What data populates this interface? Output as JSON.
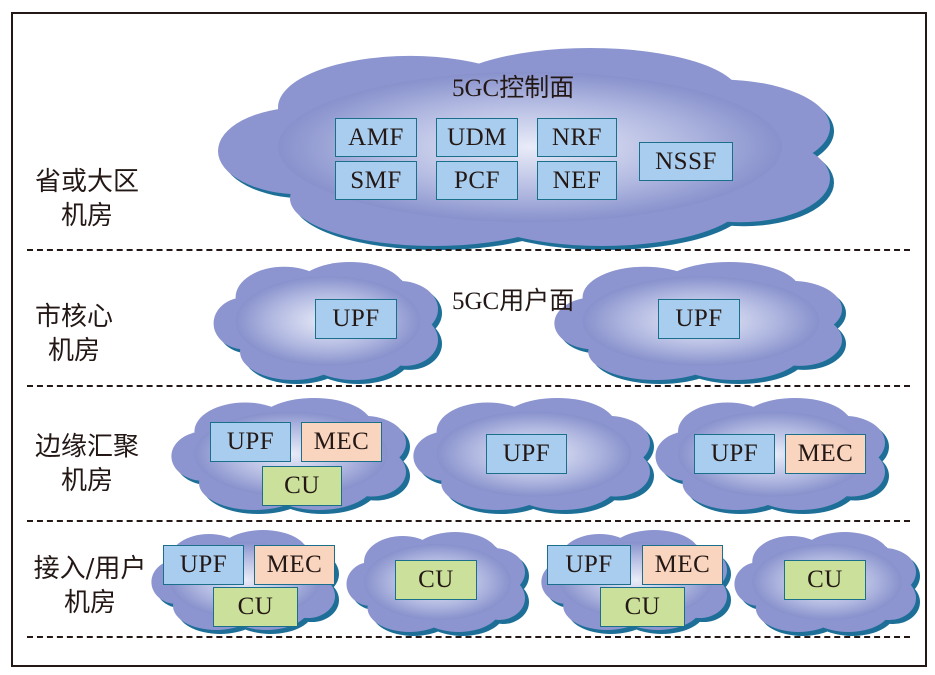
{
  "colors": {
    "border": "#231815",
    "box_border": "#1a6f8a",
    "upf_box": "#a9cdee",
    "mec_box": "#f9d4be",
    "cu_box": "#cbe09a",
    "cloud_center": "#eef0fa",
    "cloud_edge": "#7c86c6",
    "cloud_shadow": "#1d6f98"
  },
  "tiers": [
    {
      "line1": "省或大区",
      "line2": "机房"
    },
    {
      "line1": "市核心",
      "line2": "机房"
    },
    {
      "line1": "边缘汇聚",
      "line2": "机房"
    },
    {
      "line1": "接入/用户",
      "line2": "机房"
    }
  ],
  "control_plane": {
    "title": "5GC控制面",
    "functions": [
      "AMF",
      "UDM",
      "NRF",
      "SMF",
      "PCF",
      "NEF",
      "NSSF"
    ]
  },
  "user_plane": {
    "title": "5GC用户面",
    "city_core_clouds": [
      [
        "UPF"
      ],
      [
        "UPF"
      ]
    ]
  },
  "edge_aggregation": {
    "clouds": [
      [
        "UPF",
        "MEC",
        "CU"
      ],
      [
        "UPF"
      ],
      [
        "UPF",
        "MEC"
      ]
    ]
  },
  "access": {
    "clouds": [
      [
        "UPF",
        "MEC",
        "CU"
      ],
      [
        "CU"
      ],
      [
        "UPF",
        "MEC",
        "CU"
      ],
      [
        "CU"
      ]
    ]
  }
}
